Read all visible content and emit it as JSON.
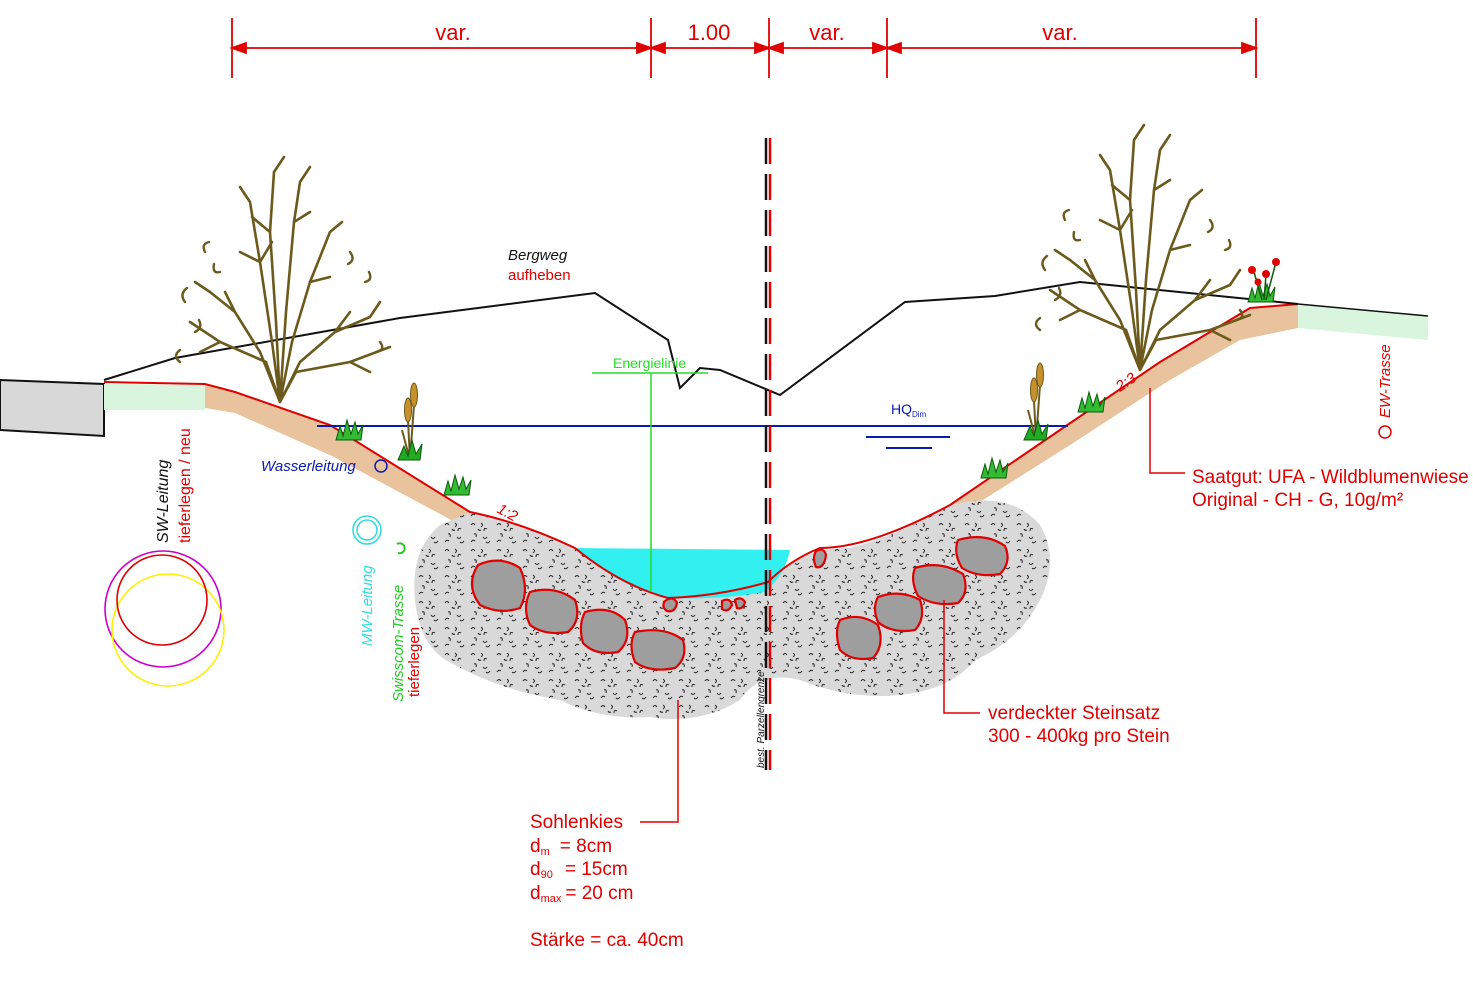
{
  "dimensions": {
    "segments": [
      "var.",
      "1.00",
      "var.",
      "var."
    ]
  },
  "labels": {
    "bergweg": "Bergweg",
    "bergweg_note": "aufheben",
    "energielinie": "Energielinie",
    "hq": "HQ",
    "hq_sub": "Dim",
    "wasserleitung": "Wasserleitung",
    "slope_left": "1:2",
    "slope_right": "2:3",
    "ew_trasse": "EW-Trasse",
    "sw_leitung": "SW-Leitung",
    "sw_note": "tieferlegen / neu",
    "mw_leitung": "MW-Leitung",
    "swisscom_trasse": "Swisscom-Trasse",
    "swisscom_note": "tieferlegen",
    "parzellengrenze": "best. Parzellengrenze"
  },
  "saatgut": {
    "line1": "Saatgut: UFA - Wildblumenwiese",
    "line2": "Original - CH - G, 10g/m²"
  },
  "steinsatz": {
    "line1": "verdeckter Steinsatz",
    "line2": "300 - 400kg pro Stein"
  },
  "sohlenkies": {
    "title": "Sohlenkies",
    "dm_sym": "d",
    "dm_sub": "m",
    "dm_val": "=  8cm",
    "d90_sym": "d",
    "d90_sub": "90",
    "d90_val": "=  15cm",
    "dmax_sym": "d",
    "dmax_sub": "max",
    "dmax_val": "=  20 cm",
    "staerke": "Stärke = ca. 40cm"
  },
  "colors": {
    "dimension": "#e00000",
    "terrain_soil": "#e8c39e",
    "grass_band": "#d9f5dd",
    "gravel": "#d9d9d9",
    "stone": "#9e9e9e",
    "water": "#33f0f0",
    "water_level": "#0a1ab0",
    "energy_line": "#22dd22",
    "sw_pipe": "#cc00cc",
    "mw_pipe": "#33dddd",
    "swisscom": "#22cc22",
    "shrub": "#6b5a1c"
  },
  "icons": [
    "shrub-icon",
    "reed-icon",
    "grass-tuft-icon",
    "flower-icon"
  ]
}
